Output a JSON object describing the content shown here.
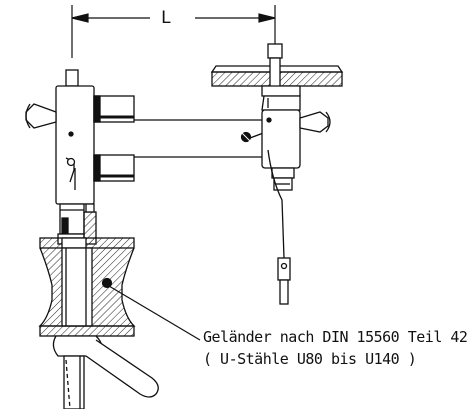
{
  "dimension": {
    "label": "L"
  },
  "annotation": {
    "line1": "Geländer nach DIN 15560 Teil 42",
    "line2": "( U-Stähle U80 bis U140 )"
  },
  "colors": {
    "ink": "#111111",
    "hatch": "#333333",
    "background": "#ffffff"
  }
}
